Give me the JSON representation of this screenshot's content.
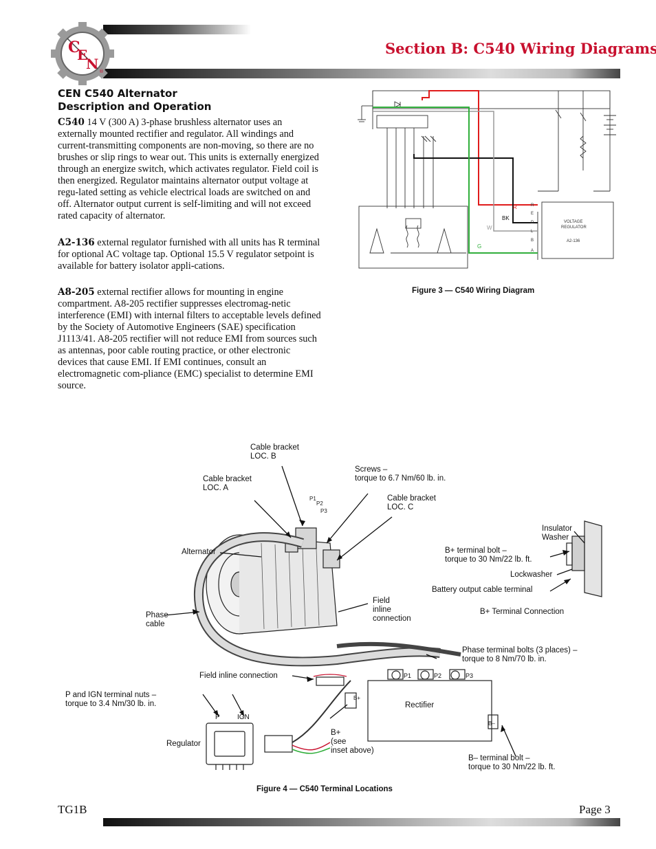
{
  "header": {
    "title": "Section B: C540 Wiring Diagrams",
    "logo_letters": [
      "C",
      "E",
      "N"
    ],
    "logo_reg": "®"
  },
  "article": {
    "heading_line1": "CEN C540 Alternator",
    "heading_line2": "Description and Operation",
    "p1_lead": "C540",
    "p1_text": " 14 V (300 A) 3-phase brushless alternator uses an externally mounted rectifier and regulator. All windings and current-transmitting components are non-moving, so there are no brushes or slip rings to wear out. This units is externally energized through an energize switch, which activates regulator. Field coil is then energized. Regulator maintains alternator output voltage at regu-lated setting as vehicle electrical loads are switched on and off. Alternator output current is self-limiting and will not exceed rated capacity of alternator.",
    "p2_lead": "A2-136",
    "p2_text": " external regulator furnished with all units has R terminal for optional AC voltage tap. Optional 15.5 V regulator setpoint is available for battery isolator appli-cations.",
    "p3_lead": "A8-205",
    "p3_text": " external rectifier allows for mounting in engine compartment. A8-205 rectifier suppresses electromag-netic interference (EMI) with internal filters to acceptable levels defined by the Society of Automotive Engineers (SAE) specification J1113/41. A8-205 rectifier will not reduce EMI from sources such as antennas, poor cable routing practice, or other electronic devices that cause EMI. If EMI continues, consult an electromagnetic com-pliance (EMC) specialist to determine EMI source."
  },
  "figure3": {
    "caption": "Figure 3 — C540 Wiring Diagram",
    "wire_labels": {
      "red": "R",
      "black": "BK",
      "white": "W",
      "green": "G"
    },
    "regulator_terminals": [
      "R",
      "E",
      "D",
      "L",
      "B",
      "A"
    ],
    "regulator_label_1": "VOLTAGE",
    "regulator_label_2": "REGULATOR",
    "regulator_model": "A2-136",
    "colors": {
      "red": "#e01b1b",
      "green": "#2fae3a",
      "black": "#111111",
      "gray": "#9a9a9a"
    }
  },
  "figure4": {
    "caption": "Figure 4 — C540 Terminal Locations",
    "labels": {
      "bracket_b_1": "Cable bracket",
      "bracket_b_2": "LOC. B",
      "bracket_a_1": "Cable bracket",
      "bracket_a_2": "LOC. A",
      "screws_1": "Screws –",
      "screws_2": "torque to 6.7 Nm/60 lb. in.",
      "bracket_c_1": "Cable bracket",
      "bracket_c_2": "LOC. C",
      "p1": "P1",
      "p2": "P2",
      "p3": "P3",
      "alternator": "Alternator",
      "insulator_1": "Insulator",
      "insulator_2": "Washer",
      "bplus_bolt_1": "B+ terminal bolt –",
      "bplus_bolt_2": "torque to 30 Nm/22 lb. ft.",
      "lockwasher": "Lockwasher",
      "battery_cable": "Battery output cable terminal",
      "bplus_conn": "B+ Terminal Connection",
      "phase_cable_1": "Phase",
      "phase_cable_2": "cable",
      "field_inline_1": "Field",
      "field_inline_2": "inline",
      "field_inline_3": "connection",
      "phase_bolts_1": "Phase terminal bolts (3 places) –",
      "phase_bolts_2": "torque to 8 Nm/70 lb. in.",
      "field_inline_conn": "Field inline connection",
      "p_ign_1": "P and IGN terminal nuts –",
      "p_ign_2": "torque to 3.4 Nm/30 lb. in.",
      "p": "P",
      "ign": "IGN",
      "regulator": "Regulator",
      "rectifier": "Rectifier",
      "bplus": "B+",
      "bplus_see_1": "B+",
      "bplus_see_2": "(see",
      "bplus_see_3": "inset above)",
      "bminus": "B–",
      "bminus_bolt_1": "B– terminal bolt –",
      "bminus_bolt_2": "torque to 30 Nm/22 lb. ft."
    }
  },
  "footer": {
    "left": "TG1B",
    "right": "Page 3"
  }
}
